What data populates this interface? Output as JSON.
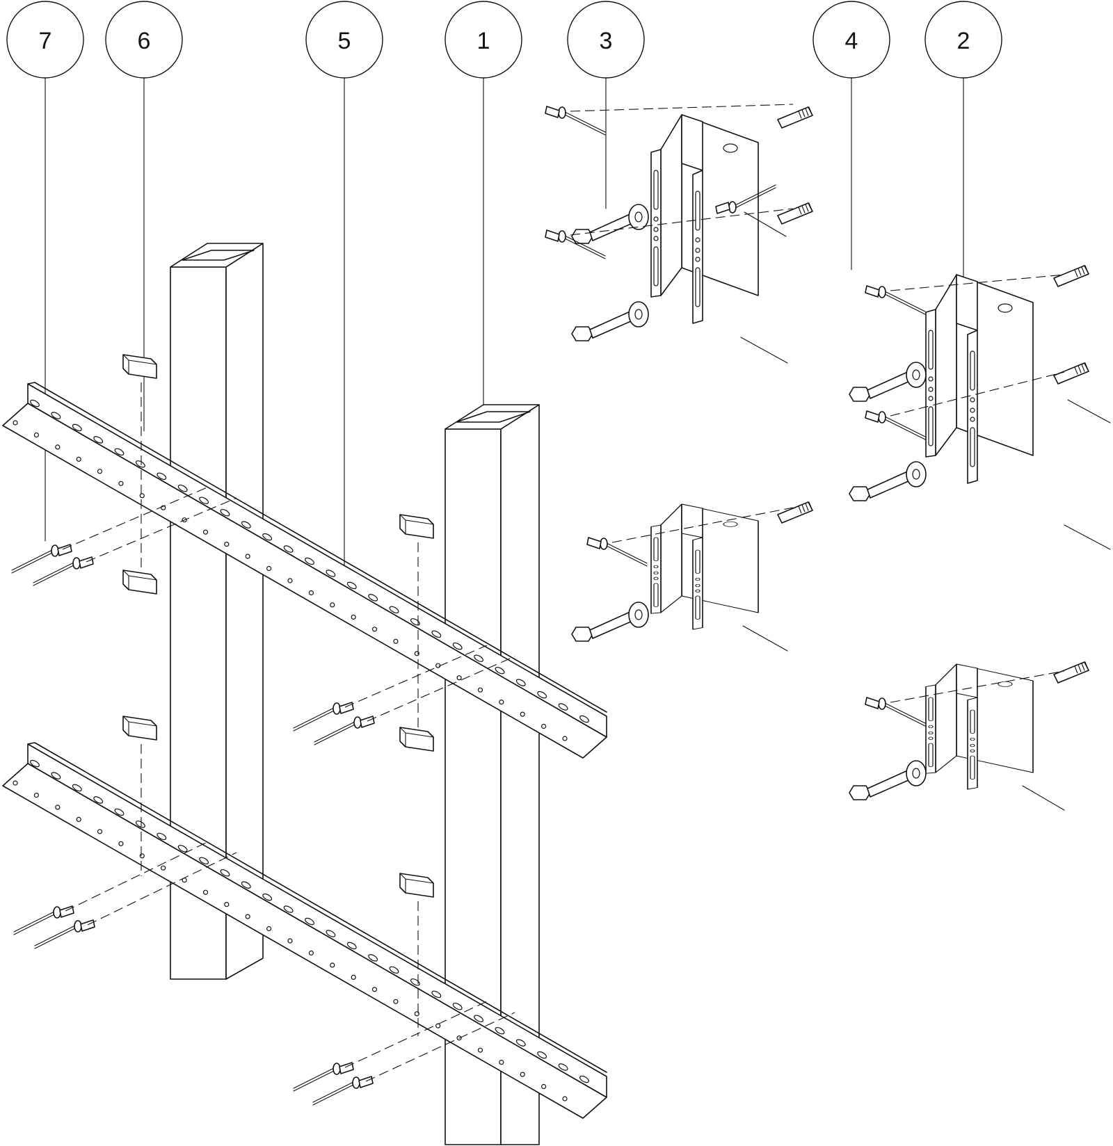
{
  "callouts": [
    {
      "id": "callout-7",
      "label": "7"
    },
    {
      "id": "callout-6",
      "label": "6"
    },
    {
      "id": "callout-5",
      "label": "5"
    },
    {
      "id": "callout-1",
      "label": "1"
    },
    {
      "id": "callout-3",
      "label": "3"
    },
    {
      "id": "callout-4",
      "label": "4"
    },
    {
      "id": "callout-2",
      "label": "2"
    }
  ],
  "colors": {
    "line": "#111111",
    "background": "#ffffff"
  }
}
